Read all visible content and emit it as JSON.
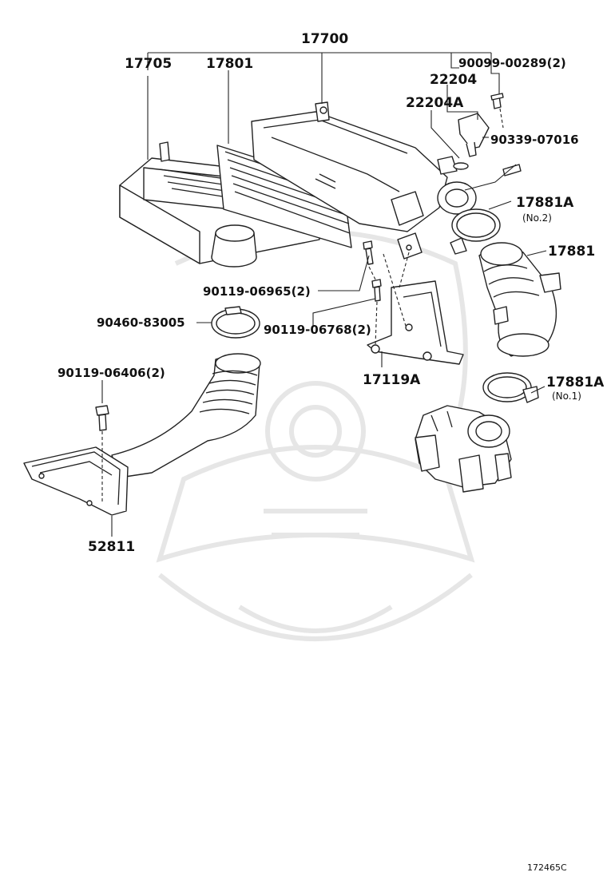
{
  "diagram": {
    "labels": {
      "assembly": "17700",
      "case_lower": "17705",
      "filter_element": "17801",
      "bolt_90099": "90099-00289(2)",
      "sensor_22204": "22204",
      "gasket_22204A": "22204A",
      "clip_90339": "90339-07016",
      "clamp_17881A_no2": "17881A",
      "clamp_no2_note": "(No.2)",
      "hose_17881": "17881",
      "bolt_06965": "90119-06965(2)",
      "clamp_90460": "90460-83005",
      "bolt_06768": "90119-06768(2)",
      "bracket_17119A": "17119A",
      "bolt_06406": "90119-06406(2)",
      "clamp_17881A_no1": "17881A",
      "clamp_no1_note": "(No.1)",
      "inlet_52811": "52811",
      "figure_code": "172465C"
    }
  }
}
